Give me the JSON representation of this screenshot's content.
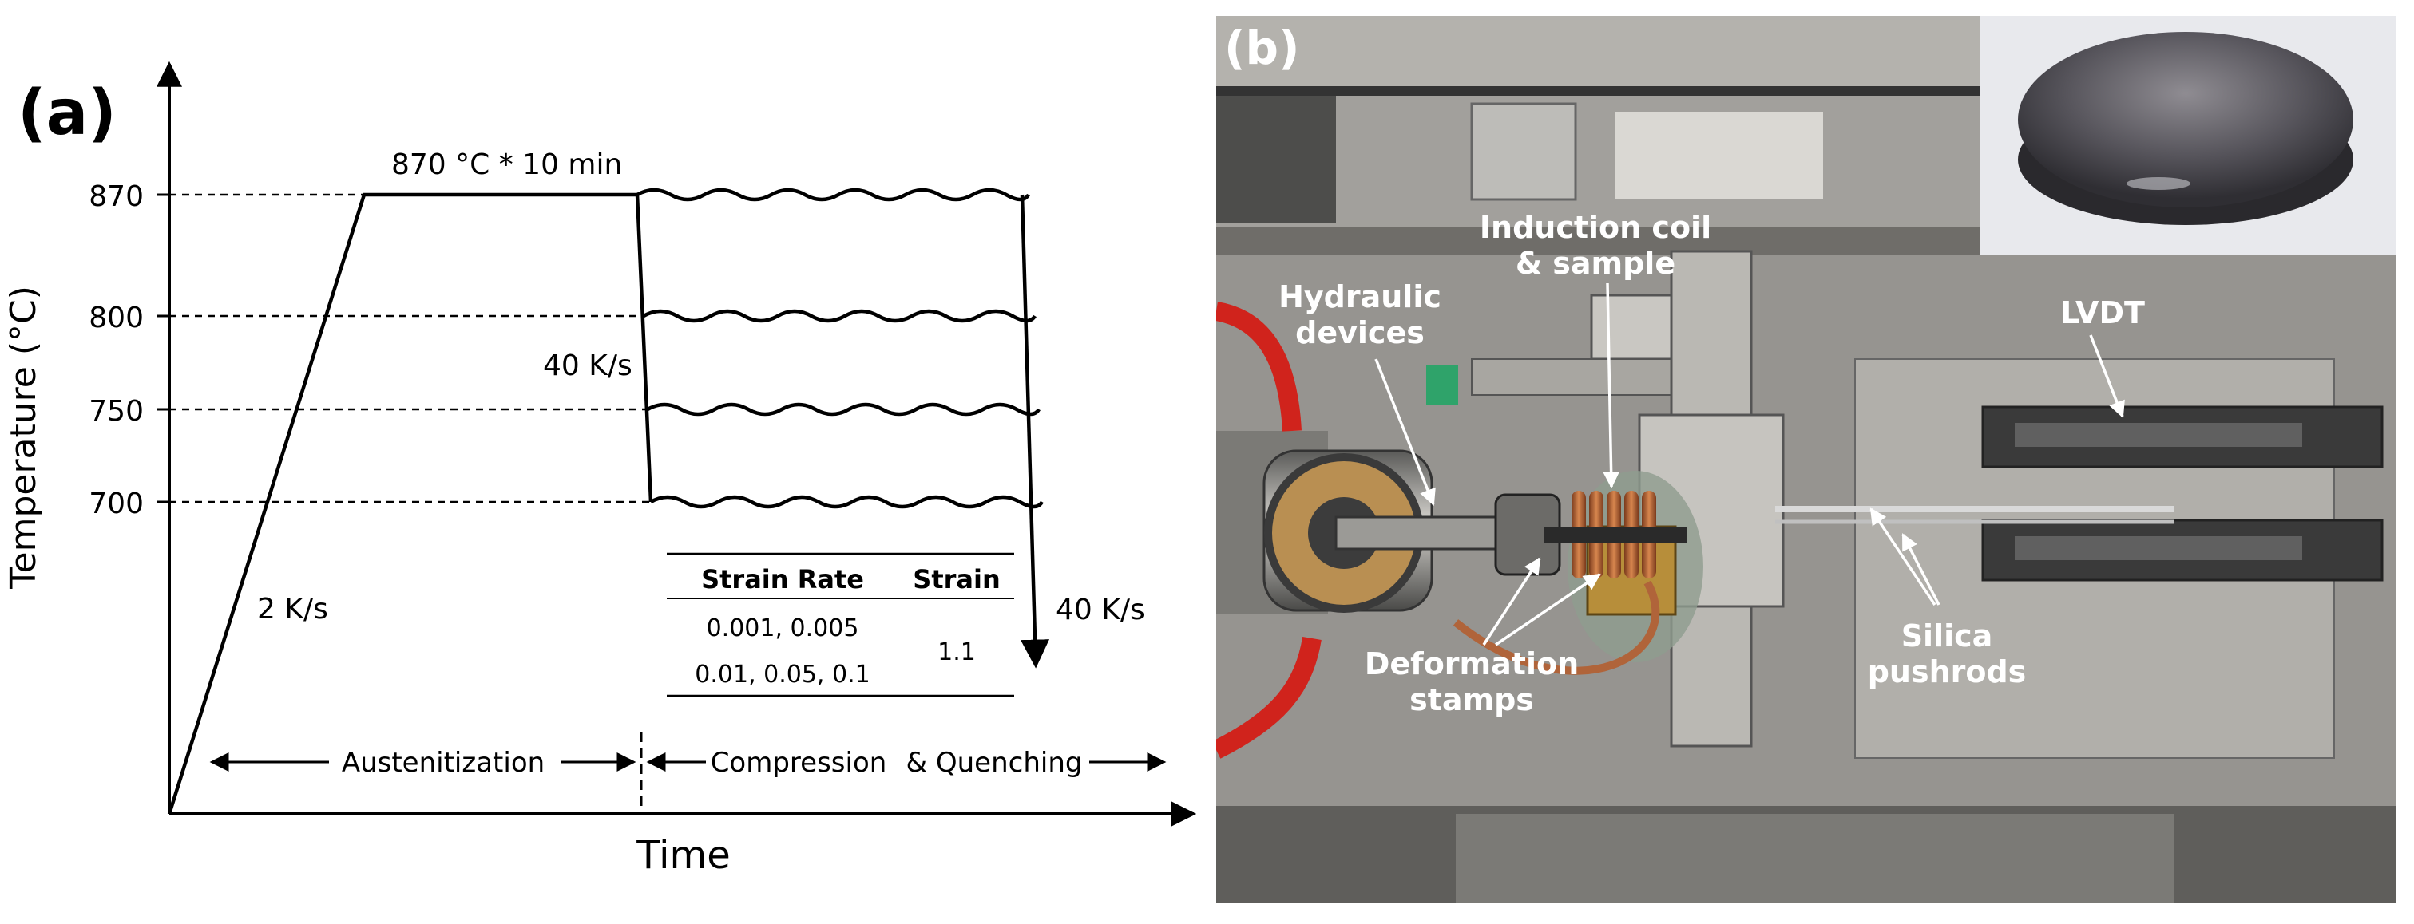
{
  "panel_a": {
    "label": "(a)",
    "axes": {
      "ylabel": "Temperature (°C)",
      "xlabel": "Time"
    },
    "yticks": [
      "870",
      "800",
      "750",
      "700"
    ],
    "hold_label": "870 °C * 10 min",
    "heating_rate": "2 K/s",
    "cooling_rate": "40 K/s",
    "quench_rate": "40 K/s",
    "stage_austenitization": "Austenitization",
    "stage_compression": "Compression",
    "stage_quenching": "& Quenching",
    "table": {
      "headers": [
        "Strain Rate",
        "Strain"
      ],
      "rates_row1": "0.001, 0.005",
      "rates_row2": "0.01, 0.05, 0.1",
      "strain": "1.1"
    }
  },
  "panel_b": {
    "label": "(b)",
    "annotations": {
      "hydraulic_1": "Hydraulic",
      "hydraulic_2": "devices",
      "induction_1": "Induction coil",
      "induction_2": "& sample",
      "lvdt": "LVDT",
      "deformation_1": "Deformation",
      "deformation_2": "stamps",
      "silica_1": "Silica",
      "silica_2": "pushrods"
    },
    "colors": {
      "background": "#8f8d87",
      "annotation": "#ffffff",
      "coil": "#b0643a",
      "cable": "#d0231c"
    }
  }
}
